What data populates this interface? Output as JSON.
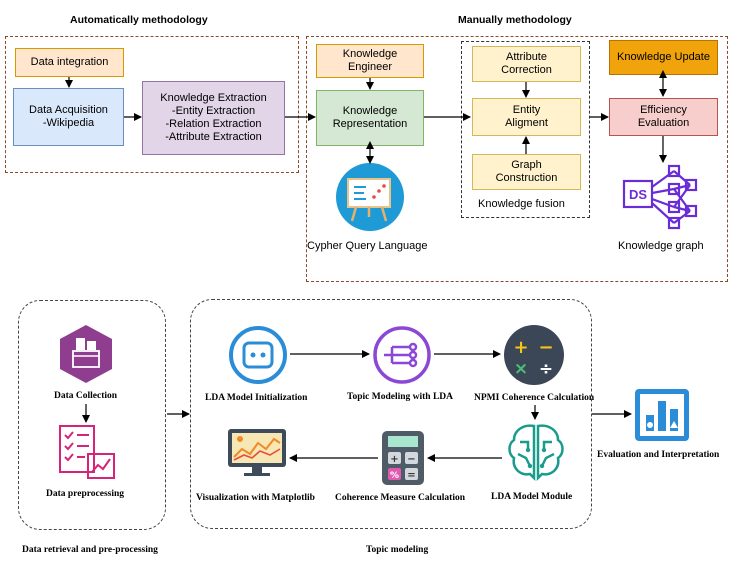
{
  "top": {
    "auto_title": "Automatically methodology",
    "manual_title": "Manually methodology",
    "boxes": {
      "data_integration": "Data integration",
      "data_acquisition": "Data Acquisition\n-Wikipedia",
      "knowledge_extraction": "Knowledge Extraction\n-Entity Extraction\n-Relation Extraction\n-Attribute Extraction",
      "knowledge_engineer": "Knowledge\nEngineer",
      "knowledge_representation": "Knowledge\nRepresentation",
      "attribute_correction": "Attribute\nCorrection",
      "entity_alignment": "Entity\nAligment",
      "graph_construction": "Graph\nConstruction",
      "knowledge_update": "Knowledge Update",
      "efficiency_evaluation": "Efficiency\nEvaluation"
    },
    "fusion_label": "Knowledge fusion",
    "cypher_label": "Cypher Query Language",
    "kg_label": "Knowledge graph",
    "ds_text": "DS"
  },
  "bottom": {
    "data_collection": "Data Collection",
    "data_preprocessing": "Data preprocessing",
    "group1_label": "Data retrieval and pre-processing",
    "lda_init": "LDA Model Initialization",
    "topic_modeling": "Topic Modeling with LDA",
    "npmi": "NPMI Coherence Calculation",
    "lda_module": "LDA Model Module",
    "coherence": "Coherence Measure Calculation",
    "visualization": "Visualization with Matplotlib",
    "group2_label": "Topic modeling",
    "evaluation": "Evaluation and Interpretation"
  },
  "colors": {
    "yellow": "#fff2cc",
    "yellow_border": "#d6b656",
    "orange": "#ffe6cc",
    "orange_border": "#d79b00",
    "blue": "#dae8fc",
    "blue_border": "#6c8ebf",
    "purple": "#e1d5e7",
    "purple_border": "#9673a6",
    "green": "#d5e8d4",
    "green_border": "#82b366",
    "red": "#f8cecc",
    "red_border": "#b85450",
    "update_fill": "#f0a30a",
    "icon_blue": "#2b8dd8",
    "icon_purple": "#7b3fc7",
    "icon_magenta": "#d6247a",
    "icon_teal": "#1a9c8c"
  }
}
